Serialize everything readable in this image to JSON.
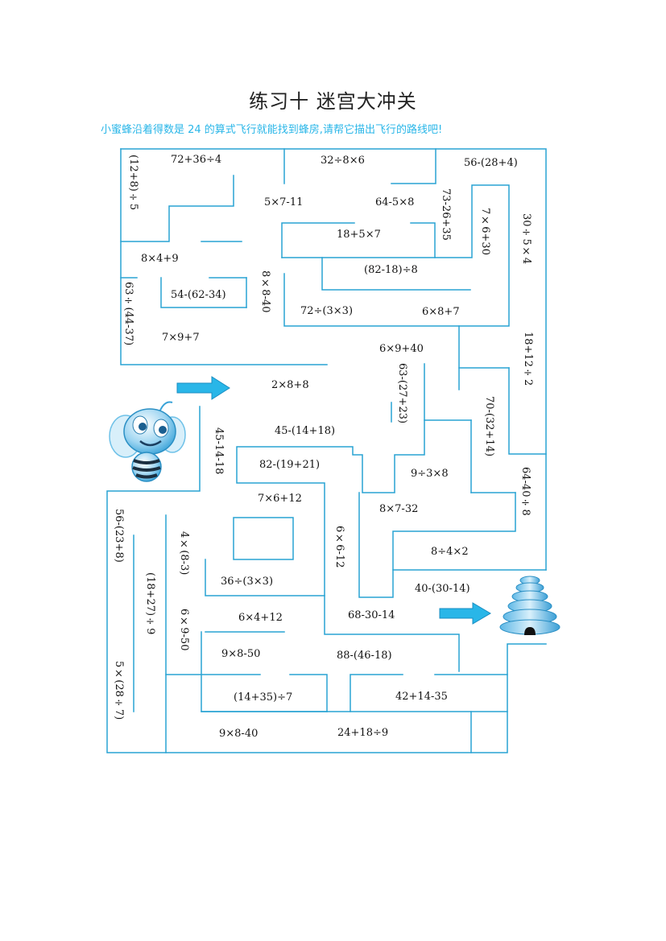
{
  "title": "练习十    迷宫大冲关",
  "instruction": "小蜜蜂沿着得数是 24 的算式飞行就能找到蜂房,请帮它描出飞行的路线吧!",
  "colors": {
    "maze_line": "#29a3d4",
    "arrow": "#29b6e8",
    "instruction": "#29b6e8"
  },
  "icons": {
    "bee": "bee-icon",
    "hive": "beehive-icon",
    "arrow_start": "arrow-right-icon",
    "arrow_end": "arrow-right-icon"
  },
  "expressions": [
    "72+36÷4",
    "32÷8×6",
    "56-(28+4)",
    "(12+8)÷5",
    "5×7-11",
    "64-5×8",
    "73-26+35",
    "7×6+30",
    "30÷5×4",
    "18+5×7",
    "8×4+9",
    "(82-18)÷8",
    "8×8-40",
    "63÷(44-37)",
    "54-(62-34)",
    "72÷(3×3)",
    "6×8+7",
    "7×9+7",
    "6×9+40",
    "18+12÷2",
    "2×8+8",
    "63-(27+23)",
    "70-(32+14)",
    "45-(14+18)",
    "45-14-18",
    "82-(19+21)",
    "9÷3×8",
    "64-40÷8",
    "7×6+12",
    "8×7-32",
    "56-(23+8)",
    "4×(8-3)",
    "6×6-12",
    "8÷4×2",
    "(18+27)÷9",
    "36÷(3×3)",
    "40-(30-14)",
    "6×9-50",
    "6×4+12",
    "68-30-14",
    "9×8-50",
    "88-(46-18)",
    "5×(28÷7)",
    "(14+35)÷7",
    "42+14-35",
    "9×8-40",
    "24+18÷9"
  ]
}
